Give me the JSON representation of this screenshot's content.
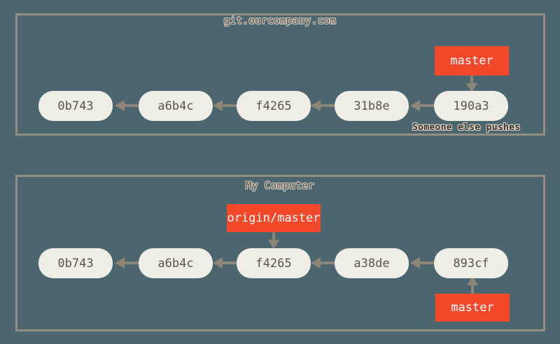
{
  "diagram": {
    "background_color": "#4c6670",
    "panel_border_color": "#938d82",
    "commit_color": "#efeee6",
    "ref_color": "#f4482b",
    "arrow_color": "#8e8579"
  },
  "panels": [
    {
      "id": "remote",
      "title": "git.ourcompany.com",
      "commits": [
        "0b743",
        "a6b4c",
        "f4265",
        "31b8e",
        "190a3"
      ],
      "refs": [
        {
          "label": "master",
          "points_to": "190a3",
          "direction": "down"
        }
      ],
      "annotation": "Someone else pushes"
    },
    {
      "id": "local",
      "title": "My Computer",
      "commits": [
        "0b743",
        "a6b4c",
        "f4265",
        "a38de",
        "893cf"
      ],
      "refs": [
        {
          "label": "origin/master",
          "points_to": "f4265",
          "direction": "down"
        },
        {
          "label": "master",
          "points_to": "893cf",
          "direction": "up"
        }
      ],
      "annotation": ""
    }
  ]
}
